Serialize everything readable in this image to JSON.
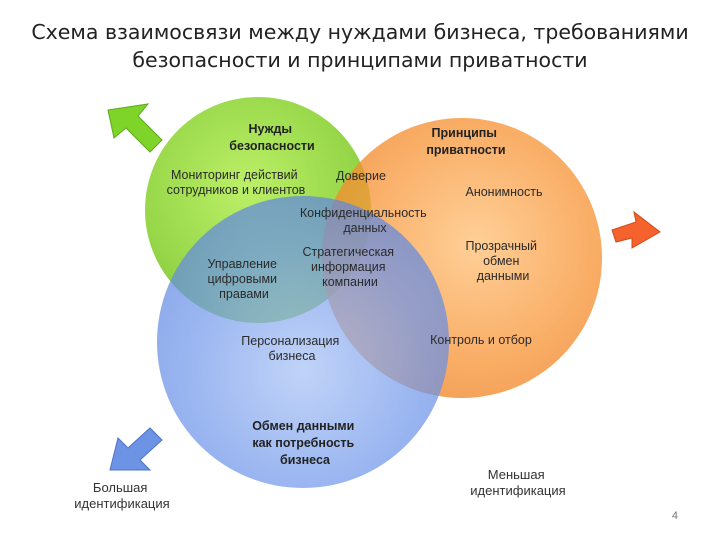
{
  "slide": {
    "title_line1": "Схема взаимосвязи между нуждами бизнеса, требованиями",
    "title_line2": "безопасности и принципами приватности",
    "page_number": "4"
  },
  "colors": {
    "green": "#8fd43a",
    "orange": "#f7963a",
    "blue": "#6f96ea"
  },
  "circles": {
    "security_needs": {
      "title_line1": "Нужды",
      "title_line2": "безопасности",
      "color": "#8fd43a"
    },
    "privacy_principles": {
      "title_line1": "Принципы",
      "title_line2": "приватности",
      "color": "#f7963a"
    },
    "data_exchange": {
      "title_line1": "Обмен данными",
      "title_line2": "как потребность",
      "title_line3": "бизнеса",
      "color": "#6f96ea"
    }
  },
  "labels": {
    "monitoring_line1": "Мониторинг действий",
    "monitoring_line2": "сотрудников и клиентов",
    "trust": "Доверие",
    "anonymity": "Анонимность",
    "confidentiality_line1": "Конфиденциальность",
    "confidentiality_line2": "данных",
    "drm_line1": "Управление",
    "drm_line2": "цифровыми",
    "drm_line3": "правами",
    "strategic_line1": "Стратегическая",
    "strategic_line2": "информация",
    "strategic_line3": "компании",
    "transparent_line1": "Прозрачный",
    "transparent_line2": "обмен",
    "transparent_line3": "данными",
    "personalization_line1": "Персонализация",
    "personalization_line2": "бизнеса",
    "control": "Контроль и отбор",
    "more_identification_line1": "Большая",
    "more_identification_line2": "идентификация",
    "less_identification_line1": "Меньшая",
    "less_identification_line2": "идентификация"
  },
  "icons": {
    "arrow_top_left": "arrow-up-left-icon",
    "arrow_right": "arrow-right-icon",
    "arrow_bottom_left": "arrow-down-left-icon"
  }
}
